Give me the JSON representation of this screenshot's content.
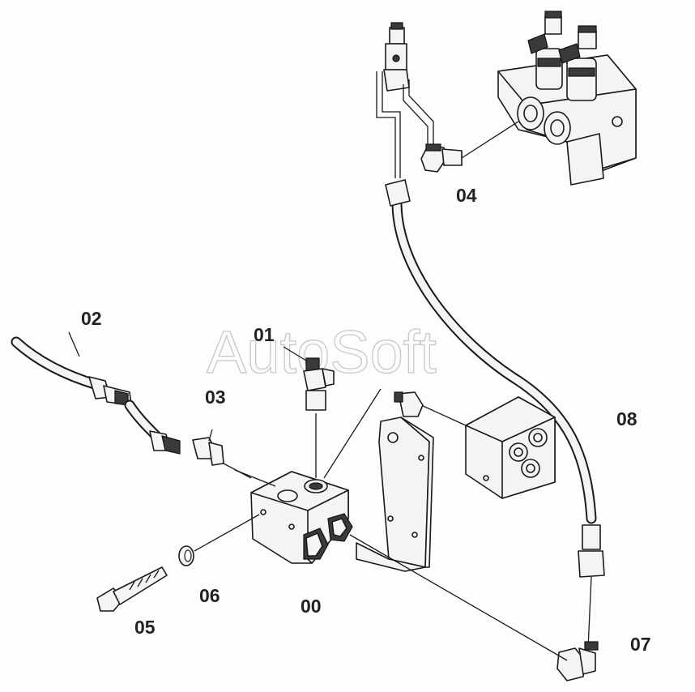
{
  "watermark": "AutoSoft",
  "callouts": {
    "c00": "00",
    "c01": "01",
    "c02": "02",
    "c03": "03",
    "c04": "04",
    "c05": "05",
    "c06": "06",
    "c07": "07",
    "c08": "08"
  }
}
